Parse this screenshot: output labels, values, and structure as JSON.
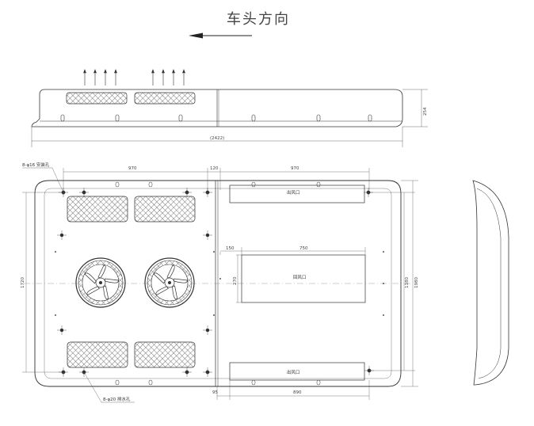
{
  "drawing": {
    "direction_title": "车头方向",
    "top_view": {
      "overall_width": "(2422)",
      "height": "254"
    },
    "dimensions": {
      "top_left_width": "970",
      "top_middle_gap": "120",
      "top_right_width": "970",
      "left_height": "1720",
      "right_height_inner": "1180",
      "right_height_outer": "1980",
      "return_offset": "150",
      "return_width": "750",
      "return_height": "270",
      "bottom_offset": "95",
      "bottom_width": "890"
    },
    "labels": {
      "supply_outlet_top": "出风口",
      "return_inlet": "回风口",
      "supply_outlet_bottom": "出风口",
      "hole_note_top": "8-φ16 安装孔",
      "hole_note_bottom": "8-φ20 排水孔"
    },
    "colors": {
      "line": "#333333",
      "mesh": "#555555"
    }
  }
}
